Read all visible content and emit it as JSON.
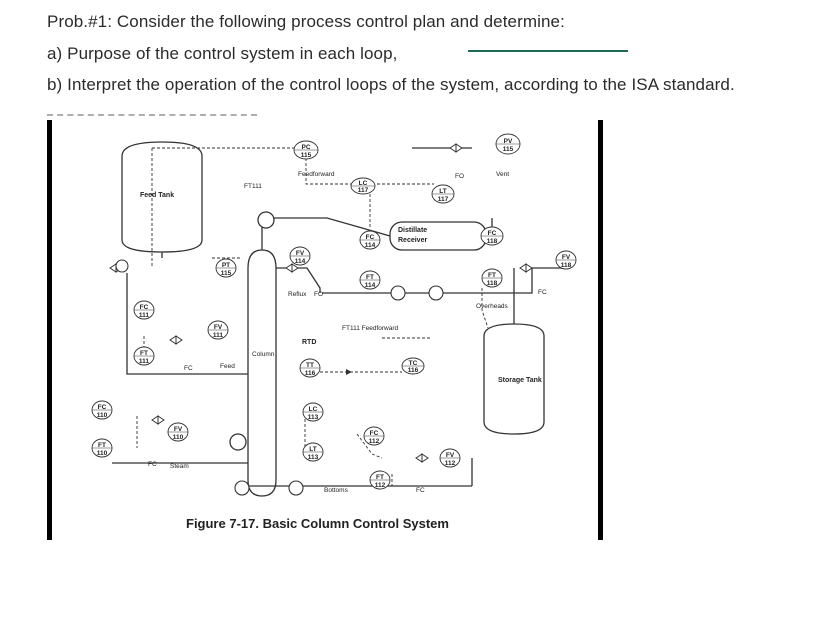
{
  "header": {
    "line1": "Prob.#1: Consider the following process control plan and determine:",
    "line2": "a) Purpose of the control system in each loop,",
    "line3": "b) Interpret the operation of the control loops of the system, according to the ISA standard."
  },
  "figure": {
    "caption": "Figure 7-17. Basic Column Control System",
    "labels": {
      "feed_tank": "Feed Tank",
      "storage_tank": "Storage Tank",
      "column": "Column",
      "distillate_receiver_1": "Distillate",
      "distillate_receiver_2": "Receiver",
      "feedforward_top": "Feedforward",
      "ft111_top": "FT111",
      "ft111_feedforward": "FT111  Feedforward",
      "rtd": "RTD",
      "reflux": "Reflux",
      "fo_reflux": "FO",
      "fo_top": "FO",
      "vent": "Vent",
      "overheads": "Overheads",
      "fc_overheads": "FC",
      "fc_feed": "FC",
      "feed": "Feed",
      "fc_steam": "FC",
      "steam": "Steam",
      "bottoms": "Bottoms",
      "fc_bottoms": "FC"
    },
    "instruments": {
      "pc115": [
        "PC",
        "115"
      ],
      "pv115": [
        "PV",
        "115"
      ],
      "lc117": [
        "LC",
        "117"
      ],
      "lt117": [
        "LT",
        "117"
      ],
      "fc114": [
        "FC",
        "114"
      ],
      "fv114": [
        "FV",
        "114"
      ],
      "ft114": [
        "FT",
        "114"
      ],
      "fc118": [
        "FC",
        "118"
      ],
      "ft118": [
        "FT",
        "118"
      ],
      "fv118": [
        "FV",
        "118"
      ],
      "pt115": [
        "PT",
        "115"
      ],
      "fc111": [
        "FC",
        "111"
      ],
      "fv111": [
        "FV",
        "111"
      ],
      "ft111": [
        "FT",
        "111"
      ],
      "tt116": [
        "TT",
        "116"
      ],
      "tc116": [
        "TC",
        "116"
      ],
      "lc113": [
        "LC",
        "113"
      ],
      "lt113": [
        "LT",
        "113"
      ],
      "fc112": [
        "FC",
        "112"
      ],
      "ft112": [
        "FT",
        "112"
      ],
      "fv112": [
        "FV",
        "112"
      ],
      "fc110": [
        "FC",
        "110"
      ],
      "ft110": [
        "FT",
        "110"
      ],
      "fv110": [
        "FV",
        "110"
      ]
    }
  }
}
